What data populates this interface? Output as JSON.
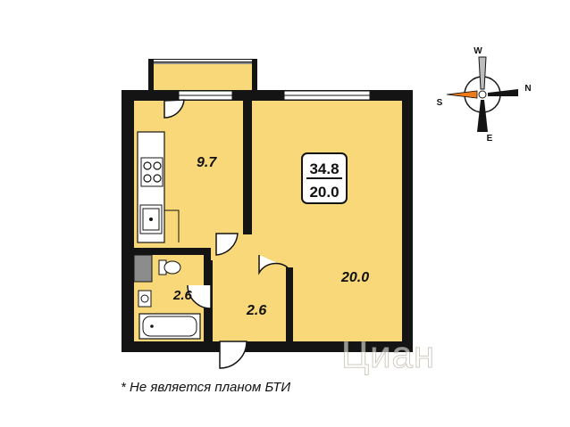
{
  "colors": {
    "floor": "#f8d879",
    "wall": "#141414",
    "window": "#ffffff",
    "fixture": "#ffffff",
    "compass_south": "#f07a1a"
  },
  "rooms": {
    "kitchen_area": "9.7",
    "bathroom_area": "2.6",
    "hallway_area": "2.6",
    "living_room_area": "20.0"
  },
  "totals": {
    "total_area": "34.8",
    "living_area": "20.0"
  },
  "compass": {
    "north": "N",
    "south": "S",
    "west": "W",
    "east": "E"
  },
  "disclaimer": "* Не является планом БТИ",
  "watermark": "Циан"
}
